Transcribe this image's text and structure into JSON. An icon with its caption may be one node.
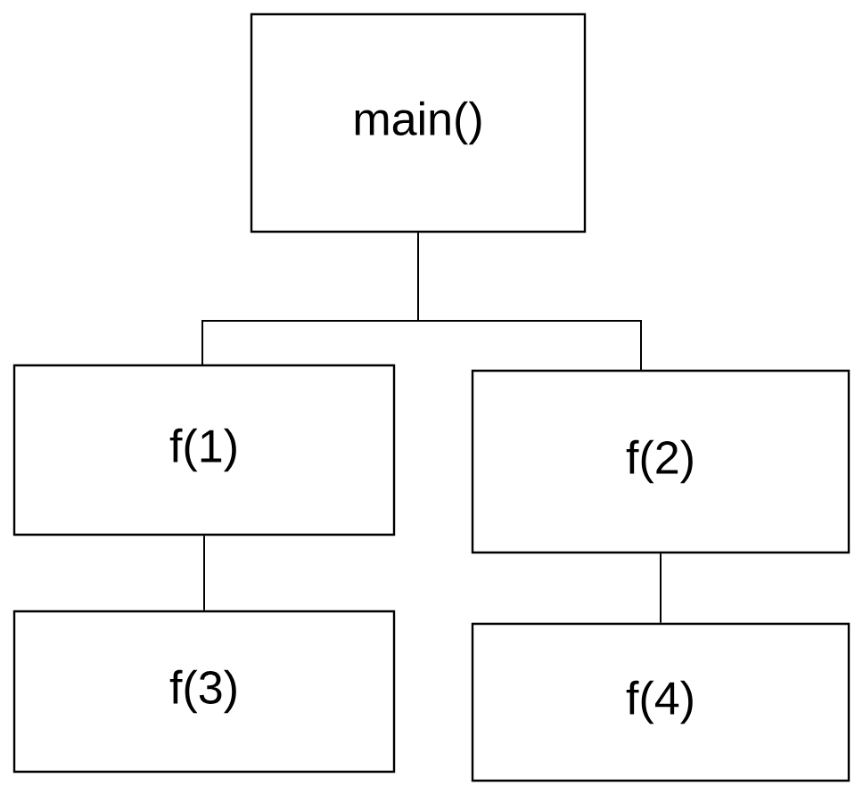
{
  "diagram": {
    "nodes": [
      {
        "text": [
          "main()"
        ]
      },
      {
        "text": [
          "f(1)"
        ]
      },
      {
        "text": [
          "f(2)"
        ]
      },
      {
        "text": [
          "f(3)"
        ]
      },
      {
        "text": [
          "f(4)"
        ]
      }
    ],
    "edges": [
      {
        "from": 0,
        "to": 1,
        "arrow": "none"
      },
      {
        "from": 0,
        "to": 2,
        "arrow": "none"
      },
      {
        "from": 1,
        "to": 3,
        "arrow": "none"
      },
      {
        "from": 2,
        "to": 4,
        "arrow": "none"
      }
    ]
  }
}
